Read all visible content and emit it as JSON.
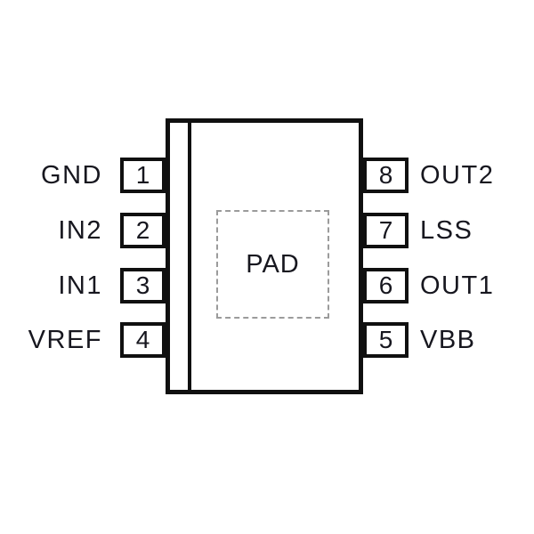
{
  "diagram": {
    "pad_label": "PAD",
    "pins": {
      "left": [
        {
          "number": "1",
          "name": "GND"
        },
        {
          "number": "2",
          "name": "IN2"
        },
        {
          "number": "3",
          "name": "IN1"
        },
        {
          "number": "4",
          "name": "VREF"
        }
      ],
      "right": [
        {
          "number": "8",
          "name": "OUT2"
        },
        {
          "number": "7",
          "name": "LSS"
        },
        {
          "number": "6",
          "name": "OUT1"
        },
        {
          "number": "5",
          "name": "VBB"
        }
      ]
    },
    "colors": {
      "line": "#101010",
      "text": "#17171f",
      "pad_border": "#9b9b9b",
      "background": "#ffffff"
    }
  }
}
